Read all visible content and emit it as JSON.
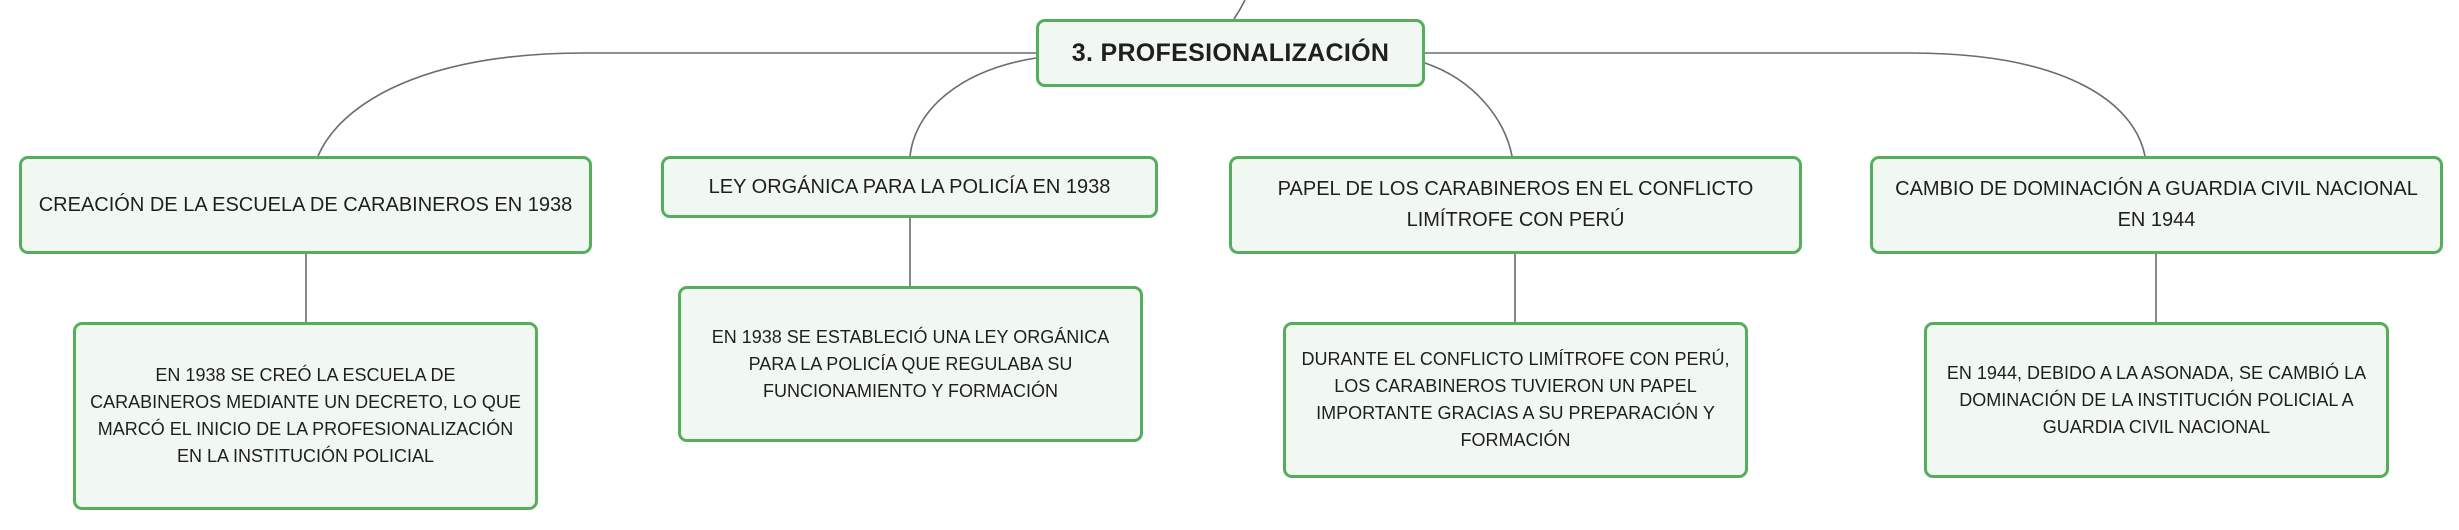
{
  "root": {
    "label": "3. PROFESIONALIZACIÓN"
  },
  "topics": [
    {
      "title": "CREACIÓN DE LA ESCUELA DE CARABINEROS EN 1938",
      "detail": "EN 1938 SE CREÓ LA ESCUELA DE CARABINEROS MEDIANTE UN DECRETO, LO QUE MARCÓ EL INICIO DE LA PROFESIONALIZACIÓN EN LA INSTITUCIÓN POLICIAL"
    },
    {
      "title": "LEY ORGÁNICA PARA LA POLICÍA EN 1938",
      "detail": "EN 1938 SE ESTABLECIÓ UNA LEY ORGÁNICA PARA LA POLICÍA QUE REGULABA SU FUNCIONAMIENTO Y FORMACIÓN"
    },
    {
      "title": "PAPEL DE LOS CARABINEROS EN EL CONFLICTO LIMÍTROFE CON PERÚ",
      "detail": "DURANTE EL CONFLICTO LIMÍTROFE CON PERÚ, LOS CARABINEROS TUVIERON UN PAPEL IMPORTANTE GRACIAS A SU PREPARACIÓN Y FORMACIÓN"
    },
    {
      "title": "CAMBIO DE DOMINACIÓN A GUARDIA CIVIL NACIONAL EN 1944",
      "detail": "EN 1944, DEBIDO A LA ASONADA, SE CAMBIÓ LA DOMINACIÓN DE LA INSTITUCIÓN POLICIAL A GUARDIA CIVIL NACIONAL"
    }
  ],
  "colors": {
    "node_border": "#55ad5e",
    "node_fill": "#f1f8f2",
    "connector": "#6b6b6b",
    "text": "#1f1f1f"
  }
}
